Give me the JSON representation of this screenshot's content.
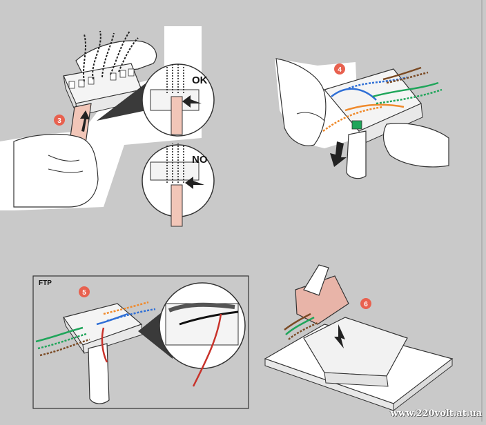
{
  "steps": {
    "s3": {
      "number": "3"
    },
    "s4": {
      "number": "4"
    },
    "s5": {
      "number": "5",
      "frame_label": "FTP"
    },
    "s6": {
      "number": "6"
    }
  },
  "callouts": {
    "ok": "OK",
    "no": "NO"
  },
  "watermark": "www.220volt.at.ua",
  "colors": {
    "background": "#c9c9c9",
    "step_badge": "#e8614f",
    "cable_pink": "#f2c6b8",
    "wire_blue": "#2f6fd6",
    "wire_orange": "#ef8a2c",
    "wire_green": "#1fa55a",
    "wire_brown": "#7a4a24",
    "wire_red": "#c8322a"
  }
}
